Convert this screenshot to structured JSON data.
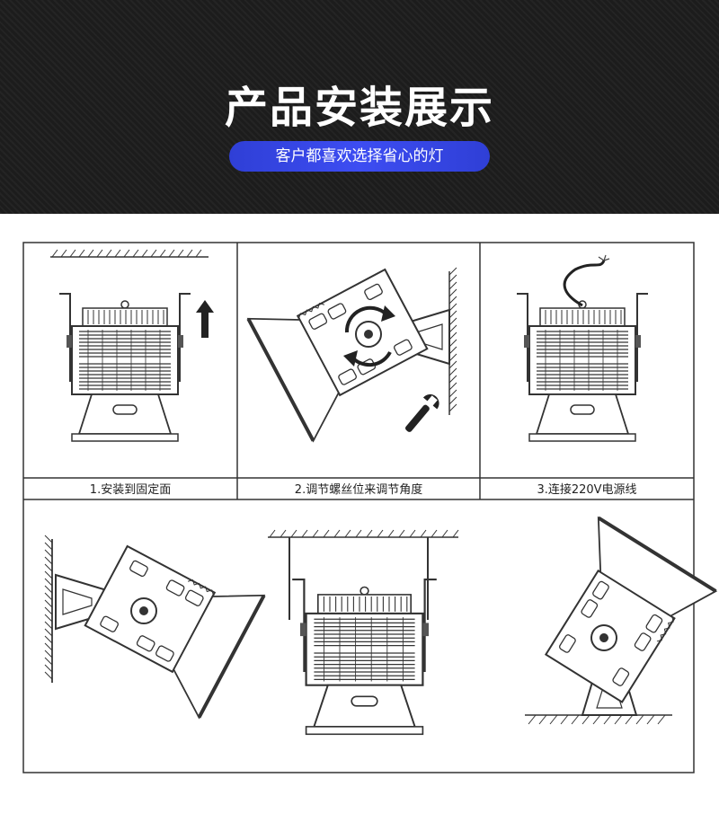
{
  "header": {
    "title": "产品安装展示",
    "subtitle": "客户都喜欢选择省心的灯"
  },
  "steps": [
    {
      "label": "1.安装到固定面"
    },
    {
      "label": "2.调节螺丝位来调节角度"
    },
    {
      "label": "3.连接220V电源线"
    }
  ],
  "colors": {
    "banner_bg": "#1c1c1c",
    "pill_accent": "#3d4df2",
    "line": "#333333"
  }
}
